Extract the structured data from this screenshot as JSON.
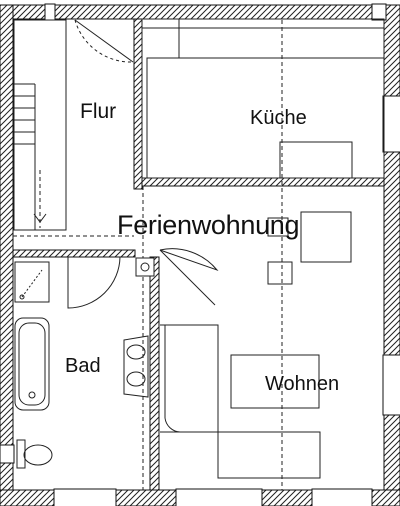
{
  "plan": {
    "title": "Ferienwohnung",
    "rooms": {
      "flur": "Flur",
      "kueche": "Küche",
      "bad": "Bad",
      "wohnen": "Wohnen"
    }
  }
}
